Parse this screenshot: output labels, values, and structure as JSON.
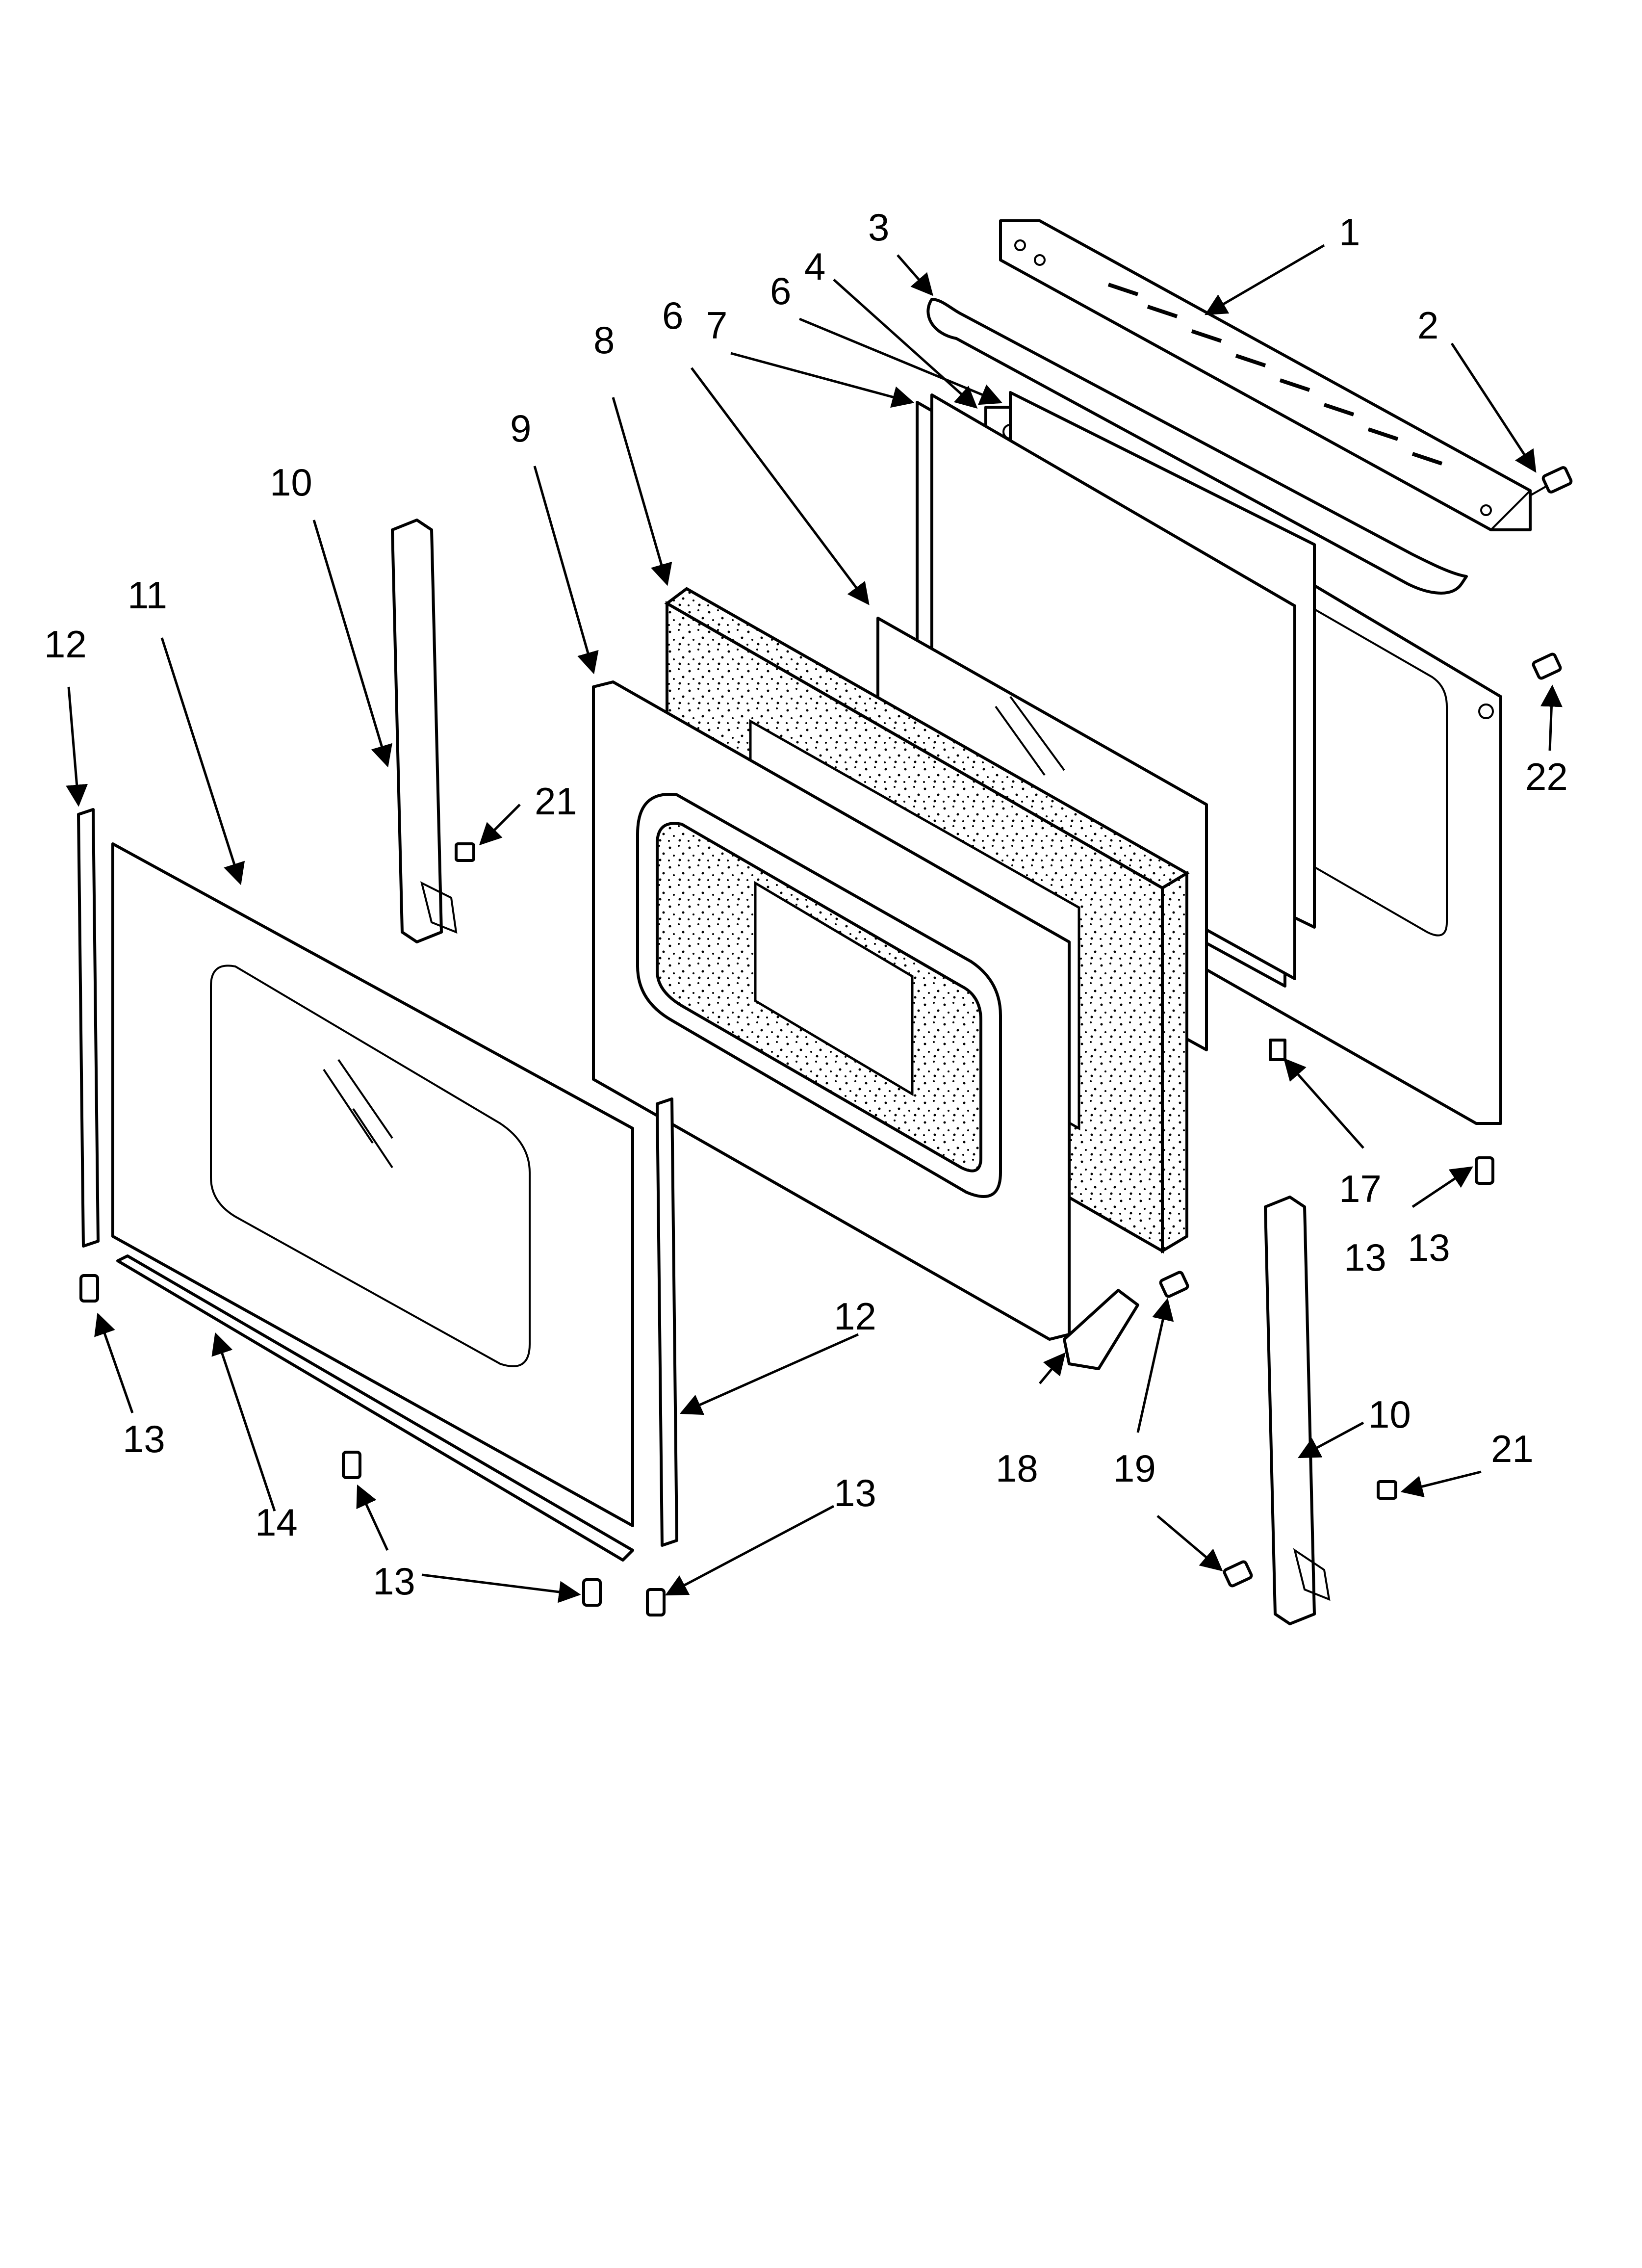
{
  "callouts": [
    {
      "id": "c1",
      "text": "1"
    },
    {
      "id": "c2",
      "text": "2"
    },
    {
      "id": "c3",
      "text": "3"
    },
    {
      "id": "c4",
      "text": "4"
    },
    {
      "id": "c6a",
      "text": "6"
    },
    {
      "id": "c6b",
      "text": "6"
    },
    {
      "id": "c7",
      "text": "7"
    },
    {
      "id": "c8",
      "text": "8"
    },
    {
      "id": "c9",
      "text": "9"
    },
    {
      "id": "c10a",
      "text": "10"
    },
    {
      "id": "c10b",
      "text": "10"
    },
    {
      "id": "c11",
      "text": "11"
    },
    {
      "id": "c12a",
      "text": "12"
    },
    {
      "id": "c12b",
      "text": "12"
    },
    {
      "id": "c13a",
      "text": "13"
    },
    {
      "id": "c13b",
      "text": "13"
    },
    {
      "id": "c13c",
      "text": "13"
    },
    {
      "id": "c13d",
      "text": "13"
    },
    {
      "id": "c13e",
      "text": "13"
    },
    {
      "id": "c14",
      "text": "14"
    },
    {
      "id": "c17",
      "text": "17"
    },
    {
      "id": "c18",
      "text": "18"
    },
    {
      "id": "c19",
      "text": "19"
    },
    {
      "id": "c21a",
      "text": "21"
    },
    {
      "id": "c21b",
      "text": "21"
    },
    {
      "id": "c22",
      "text": "22"
    }
  ]
}
